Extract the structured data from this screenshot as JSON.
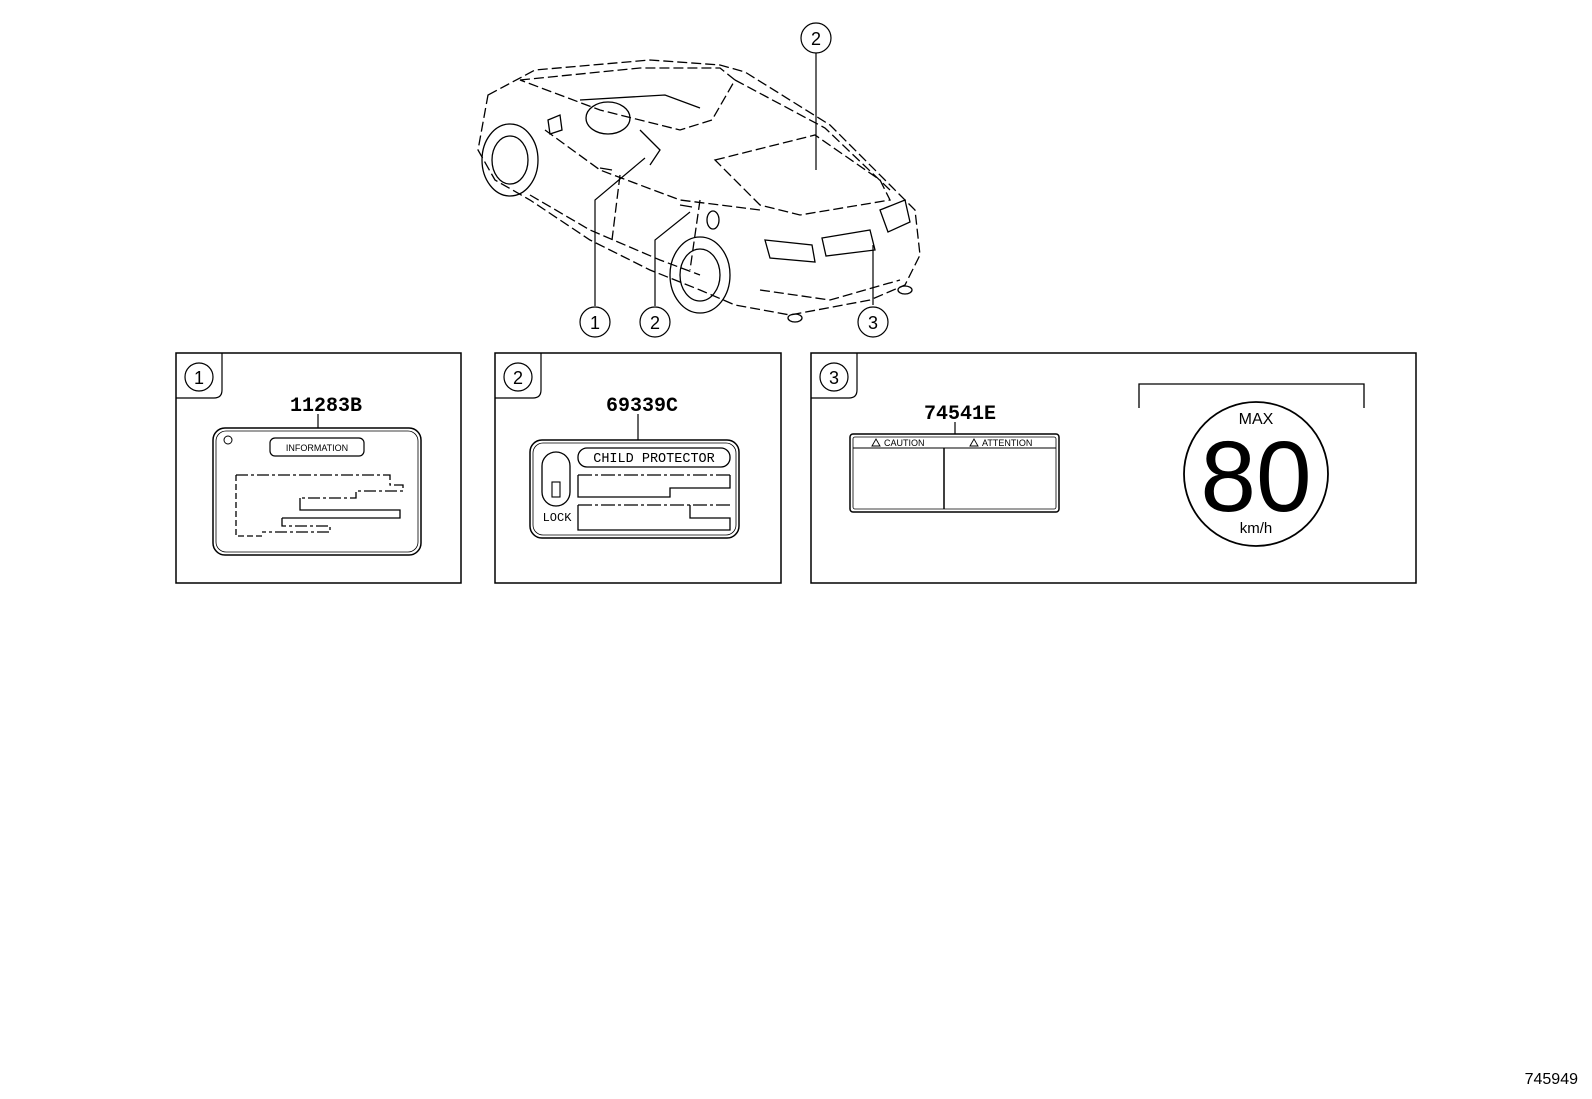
{
  "callouts": {
    "car": [
      "1",
      "2",
      "2",
      "3"
    ],
    "panels": [
      "1",
      "2",
      "3"
    ]
  },
  "panel1": {
    "part_number": "11283B",
    "label_title": "INFORMATION"
  },
  "panel2": {
    "part_number": "69339C",
    "label_title": "CHILD PROTECTOR",
    "lock_text": "LOCK"
  },
  "panel3": {
    "part_number": "74541E",
    "caution_text": "CAUTION",
    "attention_text": "ATTENTION",
    "max_text": "MAX",
    "speed_value": "80",
    "speed_unit": "km/h"
  },
  "drawing_id": "745949"
}
